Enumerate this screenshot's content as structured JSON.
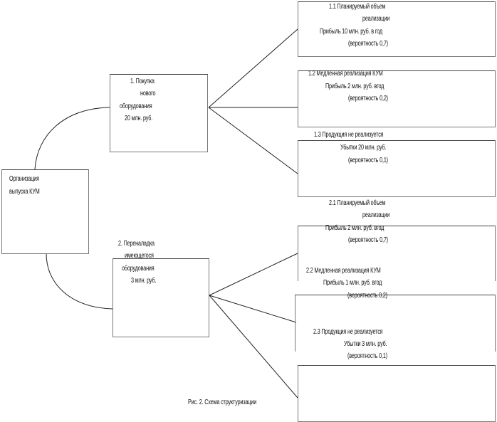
{
  "diagram": {
    "root": {
      "lines": [
        "Организация",
        "выпуска КУМ"
      ]
    },
    "options": [
      {
        "id": "1",
        "lines": [
          "1. Покупка",
          "нового",
          "оборудования",
          "20 млн. руб."
        ],
        "outcomes": [
          {
            "id": "1.1",
            "lines": [
              "1.1 Планируемый объем",
              "реализации",
              "Прибыль 10 млн. руб. в год",
              "(вероятность 0,7)"
            ]
          },
          {
            "id": "1.2",
            "lines": [
              "1.2 Медленная реализация КУМ",
              "Прибыль 2 млн. руб. вгод",
              "(вероятность 0,2)"
            ]
          },
          {
            "id": "1.3",
            "lines": [
              "1.3 Продукция не реализуется",
              "Убытки 20 млн. руб.",
              "(вероятность 0,1)"
            ]
          }
        ]
      },
      {
        "id": "2",
        "lines": [
          "2. Переналадка",
          "имеющегося",
          "оборудования",
          "3 млн. руб."
        ],
        "outcomes": [
          {
            "id": "2.1",
            "lines": [
              "2.1 Планируемый объем",
              "реализации",
              "Прибыль 2 млн. руб. вгод",
              "(вероятность 0,7)"
            ]
          },
          {
            "id": "2.2",
            "lines": [
              "2.2 Медленная реализация КУМ",
              "Прибыль 1 млн. руб. вгод",
              "(вероятность 0,2)"
            ]
          },
          {
            "id": "2.3",
            "lines": [
              "2.3 Продукция не реализуется",
              "Убытки 3 млн. руб.",
              "(вероятность 0,1)"
            ]
          }
        ]
      }
    ],
    "caption": "Рис. 2. Схема структуризации"
  }
}
